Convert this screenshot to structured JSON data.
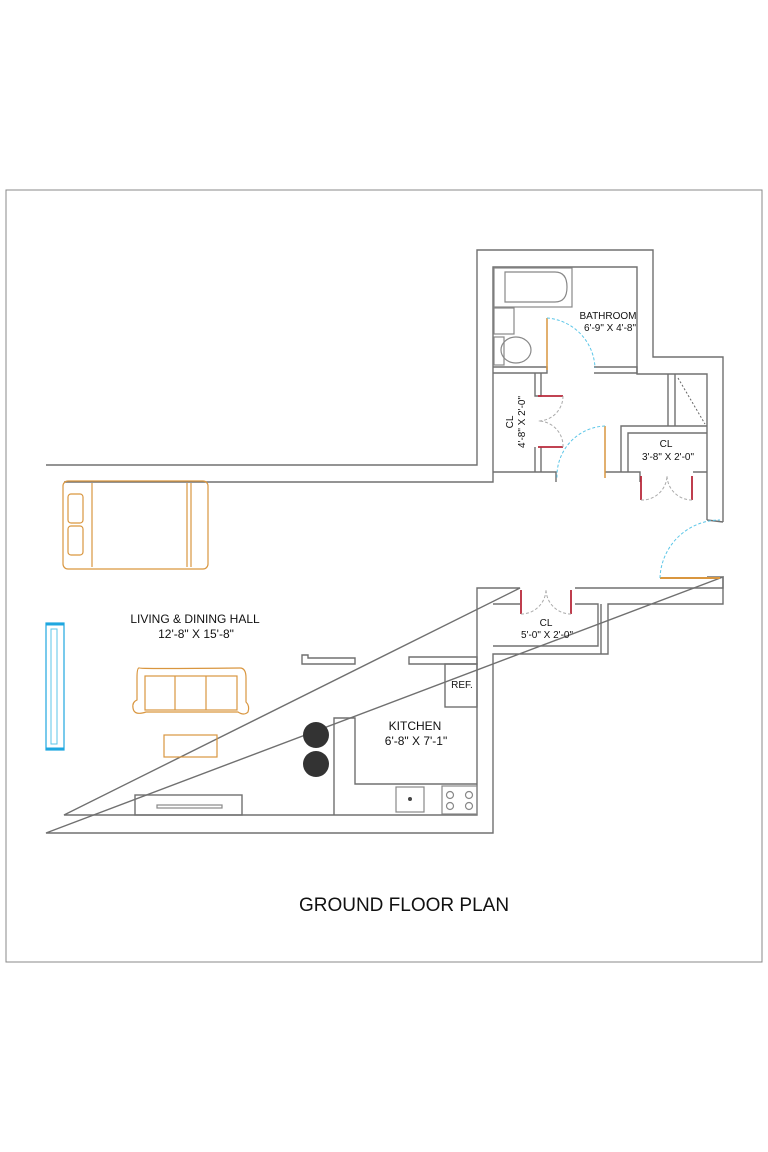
{
  "plan": {
    "title": "GROUND FLOOR PLAN",
    "rooms": {
      "bathroom": {
        "name": "BATHROOM",
        "size": "6'-9\" X 4'-8\""
      },
      "closet_left": {
        "name": "CL",
        "size": "4'-8\" X 2'-0\""
      },
      "closet_right": {
        "name": "CL",
        "size": "3'-8\" X 2'-0\""
      },
      "closet_bottom": {
        "name": "CL",
        "size": "5'-0\" X 2'-0\""
      },
      "living": {
        "name": "LIVING & DINING HALL",
        "size": "12'-8\" X 15'-8\""
      },
      "kitchen": {
        "name": "KITCHEN",
        "size": "6'-8\" X 7'-1\""
      },
      "refrigerator": {
        "name": "REF."
      }
    },
    "colors": {
      "wall": "#707070",
      "furniture": "#d9963f",
      "window": "#1ea7e0",
      "door_swing": "#5bc6e8",
      "closet_door": "#b8283a"
    }
  }
}
